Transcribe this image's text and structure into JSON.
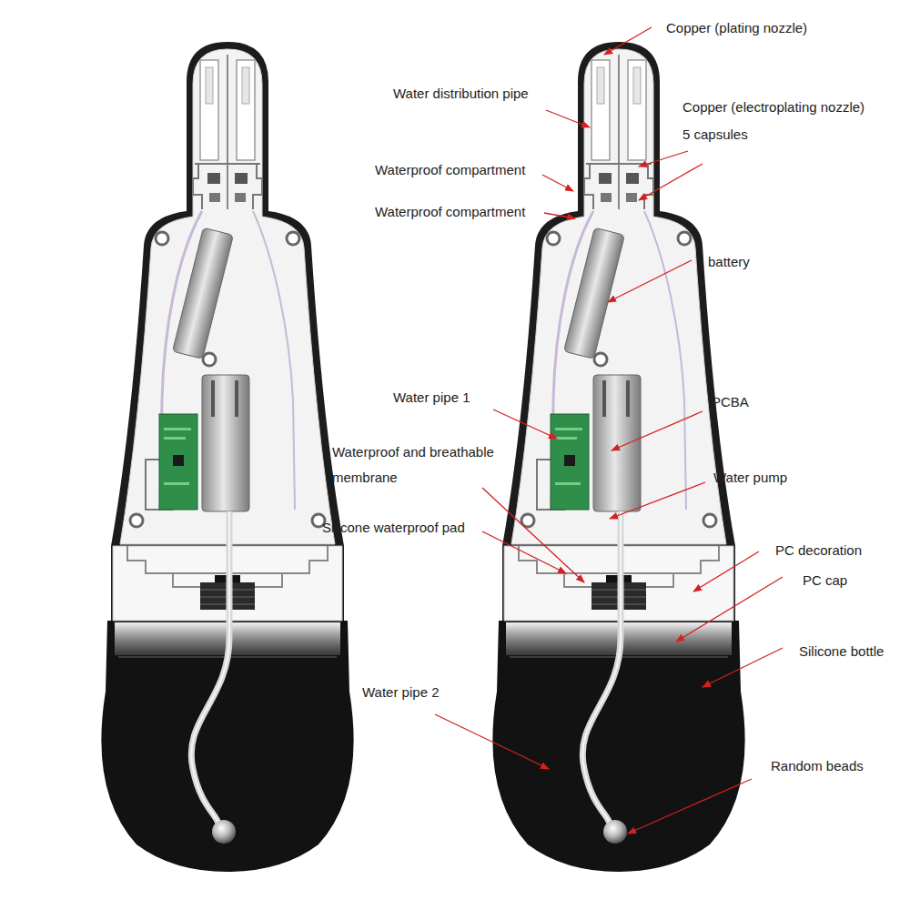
{
  "diagram": {
    "labels": [
      "Copper (plating nozzle)",
      "Water distribution pipe",
      "Copper (electroplating nozzle)",
      "5 capsules",
      "Waterproof compartment",
      "Waterproof compartment",
      "battery",
      "Water pipe 1",
      "PCBA",
      "Waterproof and breathable membrane",
      "Water pump",
      "Silicone waterproof pad",
      "PC decoration",
      "PC cap",
      "Silicone bottle",
      "Water pipe 2",
      "Random beads"
    ]
  }
}
